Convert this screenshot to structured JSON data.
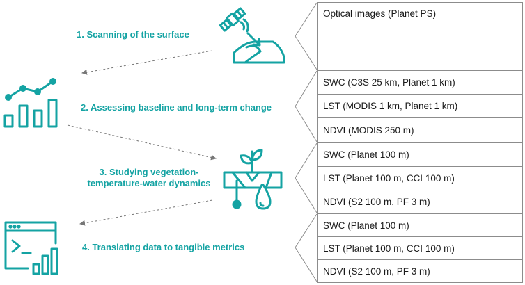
{
  "colors": {
    "accent": "#14a3a3",
    "border": "#8c8c8c",
    "text": "#1a1a1a",
    "arrow": "#777777"
  },
  "steps": [
    {
      "label": "1. Scanning of the surface",
      "icon": "satellite-icon"
    },
    {
      "label": "2. Assessing baseline and long-term change",
      "icon": "trend-chart-icon"
    },
    {
      "label": "3. Studying vegetation-temperature-water dynamics",
      "line1": "3. Studying vegetation-",
      "line2": "temperature-water dynamics",
      "icon": "vegetation-water-icon"
    },
    {
      "label": "4. Translating data to tangible metrics",
      "icon": "terminal-chart-icon"
    }
  ],
  "groups": [
    {
      "rows": [
        "Optical images (Planet PS)"
      ]
    },
    {
      "rows": [
        "SWC (C3S 25 km, Planet 1 km)",
        "LST (MODIS 1 km, Planet 1 km)",
        "NDVI (MODIS 250 m)"
      ]
    },
    {
      "rows": [
        "SWC (Planet 100 m)",
        "LST (Planet 100 m, CCI 100 m)",
        "NDVI (S2 100 m, PF 3 m)"
      ]
    },
    {
      "rows": [
        "SWC (Planet 100 m)",
        "LST (Planet 100 m, CCI 100 m)",
        "NDVI (S2 100 m, PF 3 m)"
      ]
    }
  ]
}
